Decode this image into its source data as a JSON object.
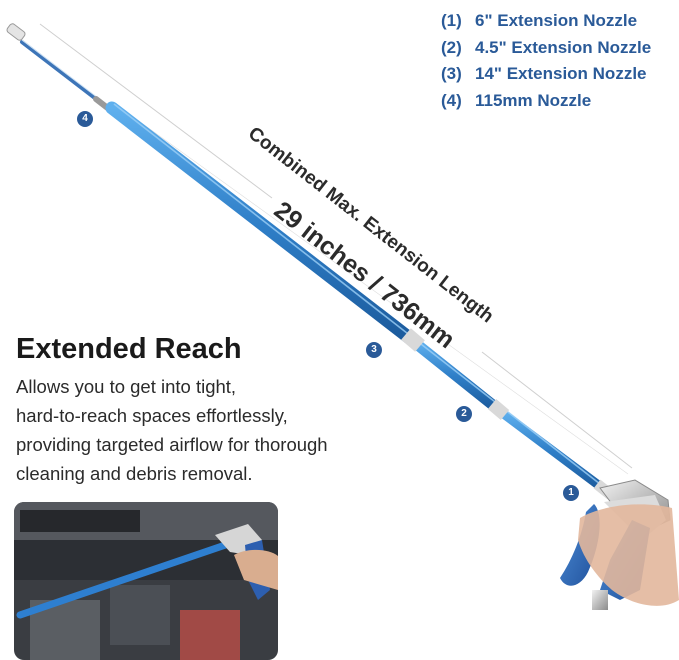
{
  "legend": [
    {
      "number": "(1)",
      "label": "6\" Extension Nozzle"
    },
    {
      "number": "(2)",
      "label": "4.5\" Extension Nozzle"
    },
    {
      "number": "(3)",
      "label": "14\" Extension Nozzle"
    },
    {
      "number": "(4)",
      "label": "115mm Nozzle"
    }
  ],
  "dimension": {
    "caption": "Combined Max. Extension Length",
    "value": "29 inches / 736mm"
  },
  "feature": {
    "title": "Extended Reach",
    "description_lines": [
      "Allows you to get into tight,",
      "hard-to-reach spaces effortlessly,",
      "providing targeted airflow for thorough",
      "cleaning and debris removal."
    ]
  },
  "badges": [
    "1",
    "2",
    "3",
    "4"
  ],
  "colors": {
    "accent": "#2a5a98",
    "tube": "#2f7fc8"
  }
}
